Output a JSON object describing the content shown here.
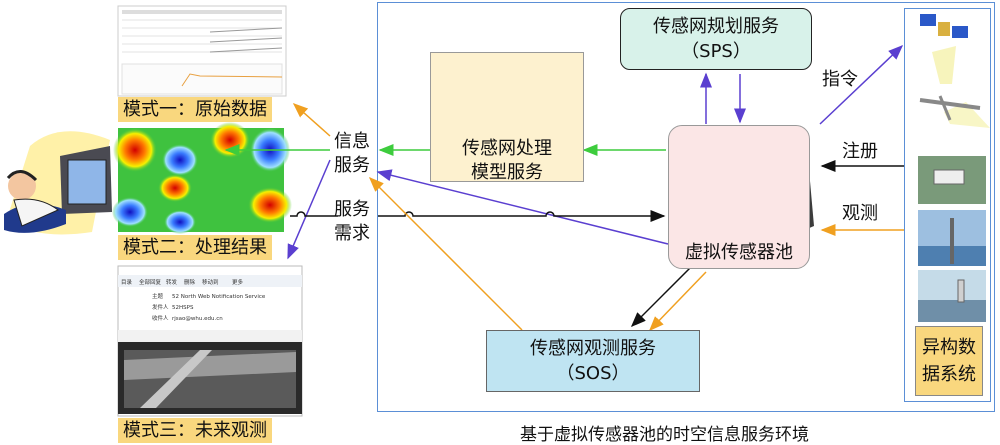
{
  "env_caption": "基于虚拟传感器池的时空信息服务环境",
  "sps": {
    "line1": "传感网规划服务",
    "line2": "（SPS）"
  },
  "sos": {
    "line1": "传感网观测服务",
    "line2": "（SOS）"
  },
  "spm": {
    "line1": "传感网处理",
    "line2": "模型服务"
  },
  "pool_label": "虚拟传感器池",
  "hetero": {
    "line1": "异构数",
    "line2": "据系统"
  },
  "arrow_labels": {
    "command": "指令",
    "register": "注册",
    "observe": "观测"
  },
  "info_service": {
    "line1": "信息",
    "line2": "服务"
  },
  "service_request": {
    "line1": "服务",
    "line2": "需求"
  },
  "modes": {
    "mode1": "模式一：原始数据",
    "mode2": "模式二：处理结果",
    "mode3": "模式三：未来观测"
  },
  "screenshot3": {
    "tabs": [
      "目录",
      "全部回复",
      "转发",
      "删除",
      "移动到",
      "更多"
    ],
    "rows": [
      {
        "key": "主题",
        "value": "52 North Web Notification Service"
      },
      {
        "key": "发件人",
        "value": "52HSPS"
      },
      {
        "key": "收件人",
        "value": "rjsao@whu.edu.cn"
      }
    ]
  },
  "colors": {
    "green": "#3dcc3d",
    "orange": "#f0a020",
    "purple": "#5a3fd0",
    "black": "#111111",
    "frame_blue": "#5b8fd6",
    "label_yellow": "#f9d77e"
  }
}
